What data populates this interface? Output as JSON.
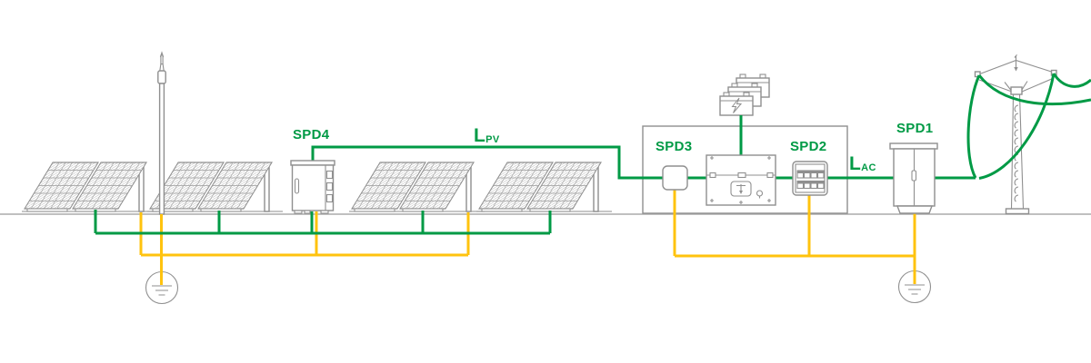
{
  "diagram": {
    "type": "pv-system-surge-protection-diagram",
    "labels": {
      "spd4": "SPD4",
      "spd3": "SPD3",
      "spd2": "SPD2",
      "spd1": "SPD1",
      "l_pv": {
        "main": "L",
        "sub": "PV"
      },
      "l_ac": {
        "main": "L",
        "sub": "AC"
      }
    },
    "colors": {
      "line_green": "#009a45",
      "earth_yellow": "#ffc30e",
      "outline_gray": "#8f8f8f",
      "grid_gray": "#a5a5a5",
      "ground_gray": "#ababab"
    },
    "components": [
      "pv-array-pair-1",
      "pv-array-pair-2",
      "lightning-rod",
      "spd4-junction-box",
      "pv-array-pair-3",
      "pv-array-pair-4",
      "system-enclosure",
      "battery-bank",
      "spd3-device",
      "inverter",
      "spd2-device",
      "spd1-cabinet",
      "utility-pole",
      "earth-electrode-left",
      "earth-electrode-right"
    ]
  }
}
